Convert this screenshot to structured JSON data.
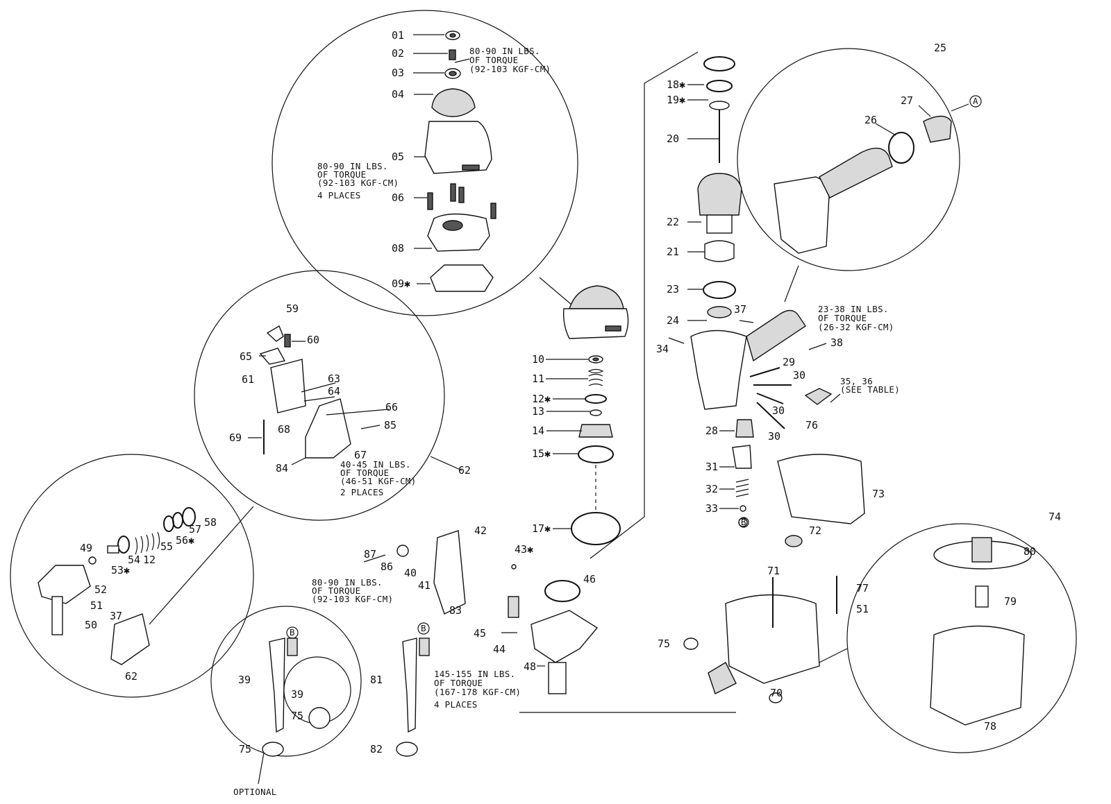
{
  "torque_notes": {
    "cap_screw": [
      "80-90 IN LBS.",
      "OF TORQUE",
      "(92-103 KGF-CM)"
    ],
    "cap_bolts": [
      "80-90 IN LBS.",
      "OF TORQUE",
      "(92-103 KGF-CM)",
      "4 PLACES"
    ],
    "handle_screw": [
      "23-38 IN LBS.",
      "OF TORQUE",
      "(26-32 KGF-CM)"
    ],
    "trigger_screw": [
      "40-45 IN LBS.",
      "OF TORQUE",
      "(46-51 KGF-CM)",
      "2 PLACES"
    ],
    "valve_screw": [
      "80-90 IN LBS.",
      "OF TORQUE",
      "(92-103 KGF-CM)"
    ],
    "nose_bolts": [
      "145-155 IN LBS.",
      "OF TORQUE",
      "(167-178 KGF-CM)",
      "4 PLACES"
    ]
  },
  "see_table": [
    "35, 36",
    "(SEE TABLE)"
  ],
  "optional_label": "OPTIONAL",
  "callout_a": "A",
  "callout_b": "B",
  "part_labels": {
    "p01": "01",
    "p02": "02",
    "p03": "03",
    "p04": "04",
    "p05": "05",
    "p06": "06",
    "p08": "08",
    "p09": "09✱",
    "p10": "10",
    "p11": "11",
    "p12s": "12✱",
    "p13": "13",
    "p14": "14",
    "p15": "15✱",
    "p17": "17✱",
    "p18": "18✱",
    "p19": "19✱",
    "p20": "20",
    "p21": "21",
    "p22": "22",
    "p23": "23",
    "p24": "24",
    "p25": "25",
    "p26": "26",
    "p27": "27",
    "p28": "28",
    "p29": "29",
    "p30a": "30",
    "p30b": "30",
    "p30c": "30",
    "p31": "31",
    "p32": "32",
    "p33": "33",
    "p34": "34",
    "p37a": "37",
    "p38": "38",
    "p39a": "39",
    "p39b": "39",
    "p40": "40",
    "p41": "41",
    "p42": "42",
    "p43": "43✱",
    "p44": "44",
    "p45": "45",
    "p46": "46",
    "p48": "48",
    "p49": "49",
    "p50": "50",
    "p51a": "51",
    "p51b": "51",
    "p52": "52",
    "p53": "53✱",
    "p54": "54",
    "p12b": "12",
    "p55": "55",
    "p56": "56✱",
    "p57": "57",
    "p58": "58",
    "p37b": "37",
    "p59": "59",
    "p60": "60",
    "p61": "61",
    "p62a": "62",
    "p62b": "62",
    "p63": "63",
    "p64": "64",
    "p65": "65",
    "p66": "66",
    "p67": "67",
    "p68": "68",
    "p69": "69",
    "p70": "70",
    "p71": "71",
    "p72": "72",
    "p73": "73",
    "p74": "74",
    "p75a": "75",
    "p75b": "75",
    "p75c": "75",
    "p76": "76",
    "p77": "77",
    "p78": "78",
    "p79": "79",
    "p80": "80",
    "p81": "81",
    "p82": "82",
    "p83": "83",
    "p84": "84",
    "p85": "85",
    "p86": "86",
    "p87": "87"
  }
}
